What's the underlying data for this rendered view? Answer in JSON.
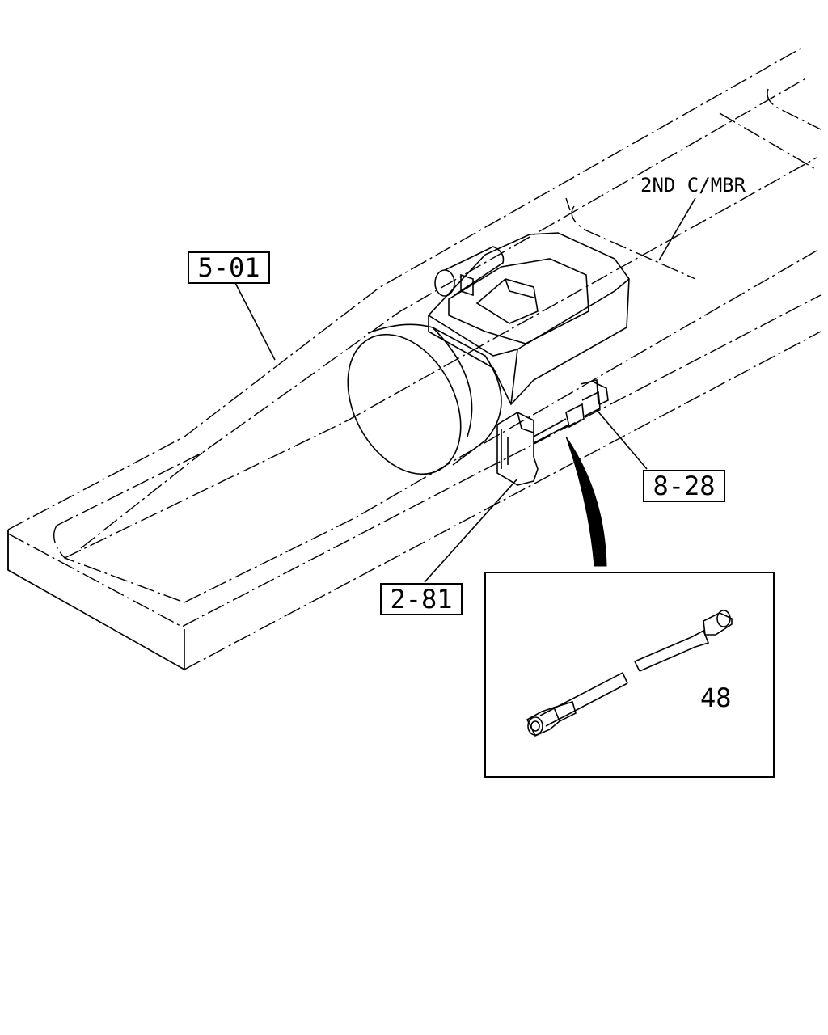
{
  "diagram": {
    "callouts": {
      "frame_ref": "5-01",
      "cable_ref_a": "8-28",
      "cable_ref_b": "2-81",
      "detail_part": "48"
    },
    "notes": {
      "crossmember": "2ND C/MBR"
    }
  }
}
